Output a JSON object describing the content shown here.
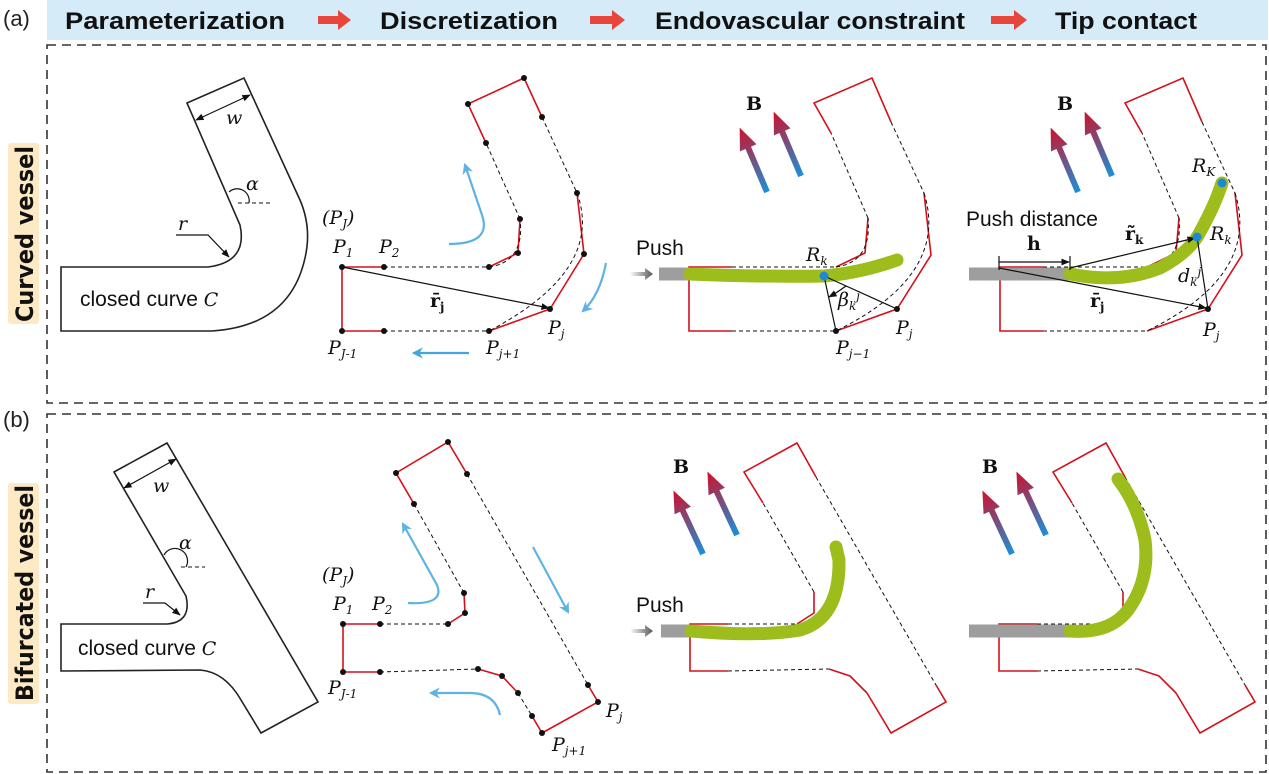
{
  "header": {
    "panel_a_label": "(a)",
    "panel_b_label": "(b)",
    "steps": [
      "Parameterization",
      "Discretization",
      "Endovascular constraint",
      "Tip contact"
    ]
  },
  "rows": [
    {
      "title": "Curved vessel"
    },
    {
      "title": "Bifurcated vessel"
    }
  ],
  "labels": {
    "w": "w",
    "alpha": "α",
    "r": "r",
    "closed_curve": "closed curve ",
    "C": "C",
    "PJ_paren": {
      "open": "(",
      "main": "P",
      "sub": "J",
      "close": ")"
    },
    "P1": {
      "main": "P",
      "sub": "1"
    },
    "P2": {
      "main": "P",
      "sub": "2"
    },
    "PJm1": {
      "main": "P",
      "sub": "J-1"
    },
    "Pjp1": {
      "main": "P",
      "sub": "j+1"
    },
    "Pj": {
      "main": "P",
      "sub": "j"
    },
    "Pjm1": {
      "main": "P",
      "sub": "j−1"
    },
    "rbar_j": {
      "main": "r̄",
      "sub": "j"
    },
    "Rk": {
      "main": "R",
      "sub": "k"
    },
    "RK": {
      "main": "R",
      "sub": "K"
    },
    "rtilde_k": {
      "main": "r̃",
      "sub": "k"
    },
    "d_kj": {
      "main": "d",
      "sub": "k",
      "sup": "j"
    },
    "beta_kj": {
      "main": "β",
      "sub": "k",
      "sup": "j"
    },
    "B": "B",
    "h": "h",
    "push": "Push",
    "push_distance": "Push distance"
  },
  "colors": {
    "header_band": "#d5ecf8",
    "side_label_bg": "#fde9c4",
    "step_arrow": "#e8453c",
    "vessel_discretized": "#d4111b",
    "guidewire": "#9cbd1c",
    "guidewire_rigid": "#9e9e9e",
    "contact_point": "#1e88d8",
    "flow_arrow": "#43a6e0",
    "field_arrow_top": "#d0102a",
    "field_arrow_bottom": "#1a90d8"
  }
}
